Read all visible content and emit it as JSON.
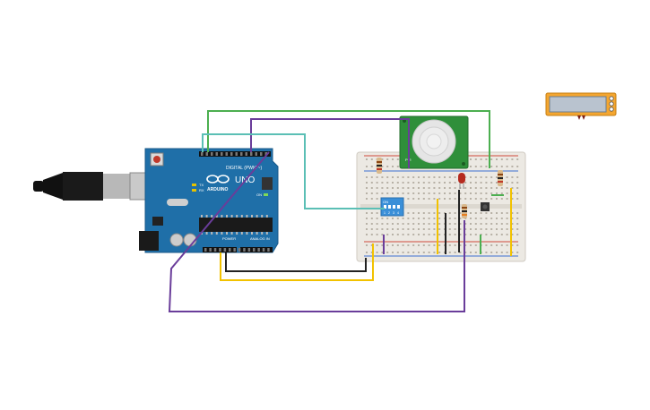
{
  "arduino": {
    "logo_text": "ARDUINO",
    "model_text": "UNO",
    "digital_label": "DIGITAL (PWM ~)",
    "power_label": "POWER",
    "analog_label": "ANALOG IN",
    "tx_label": "TX",
    "rx_label": "RX",
    "on_label": "ON"
  },
  "dip_switch": {
    "label": "ON",
    "positions": [
      "1",
      "2",
      "3",
      "4"
    ]
  },
  "pir_sensor": {
    "label": "PIR"
  },
  "lcd_module": {
    "screen_text": ""
  },
  "colors": {
    "wire_green": "#4caf50",
    "wire_purple": "#6a3d9a",
    "wire_teal": "#5bbfb5",
    "wire_yellow": "#f2c200",
    "wire_black": "#222222",
    "arduino_board": "#1f6fa8",
    "breadboard": "#ece9e3",
    "pir_board": "#2f8f3a",
    "dip_switch": "#3a8fd8",
    "lcd_frame": "#f4a630",
    "led": "#b52a1f"
  }
}
